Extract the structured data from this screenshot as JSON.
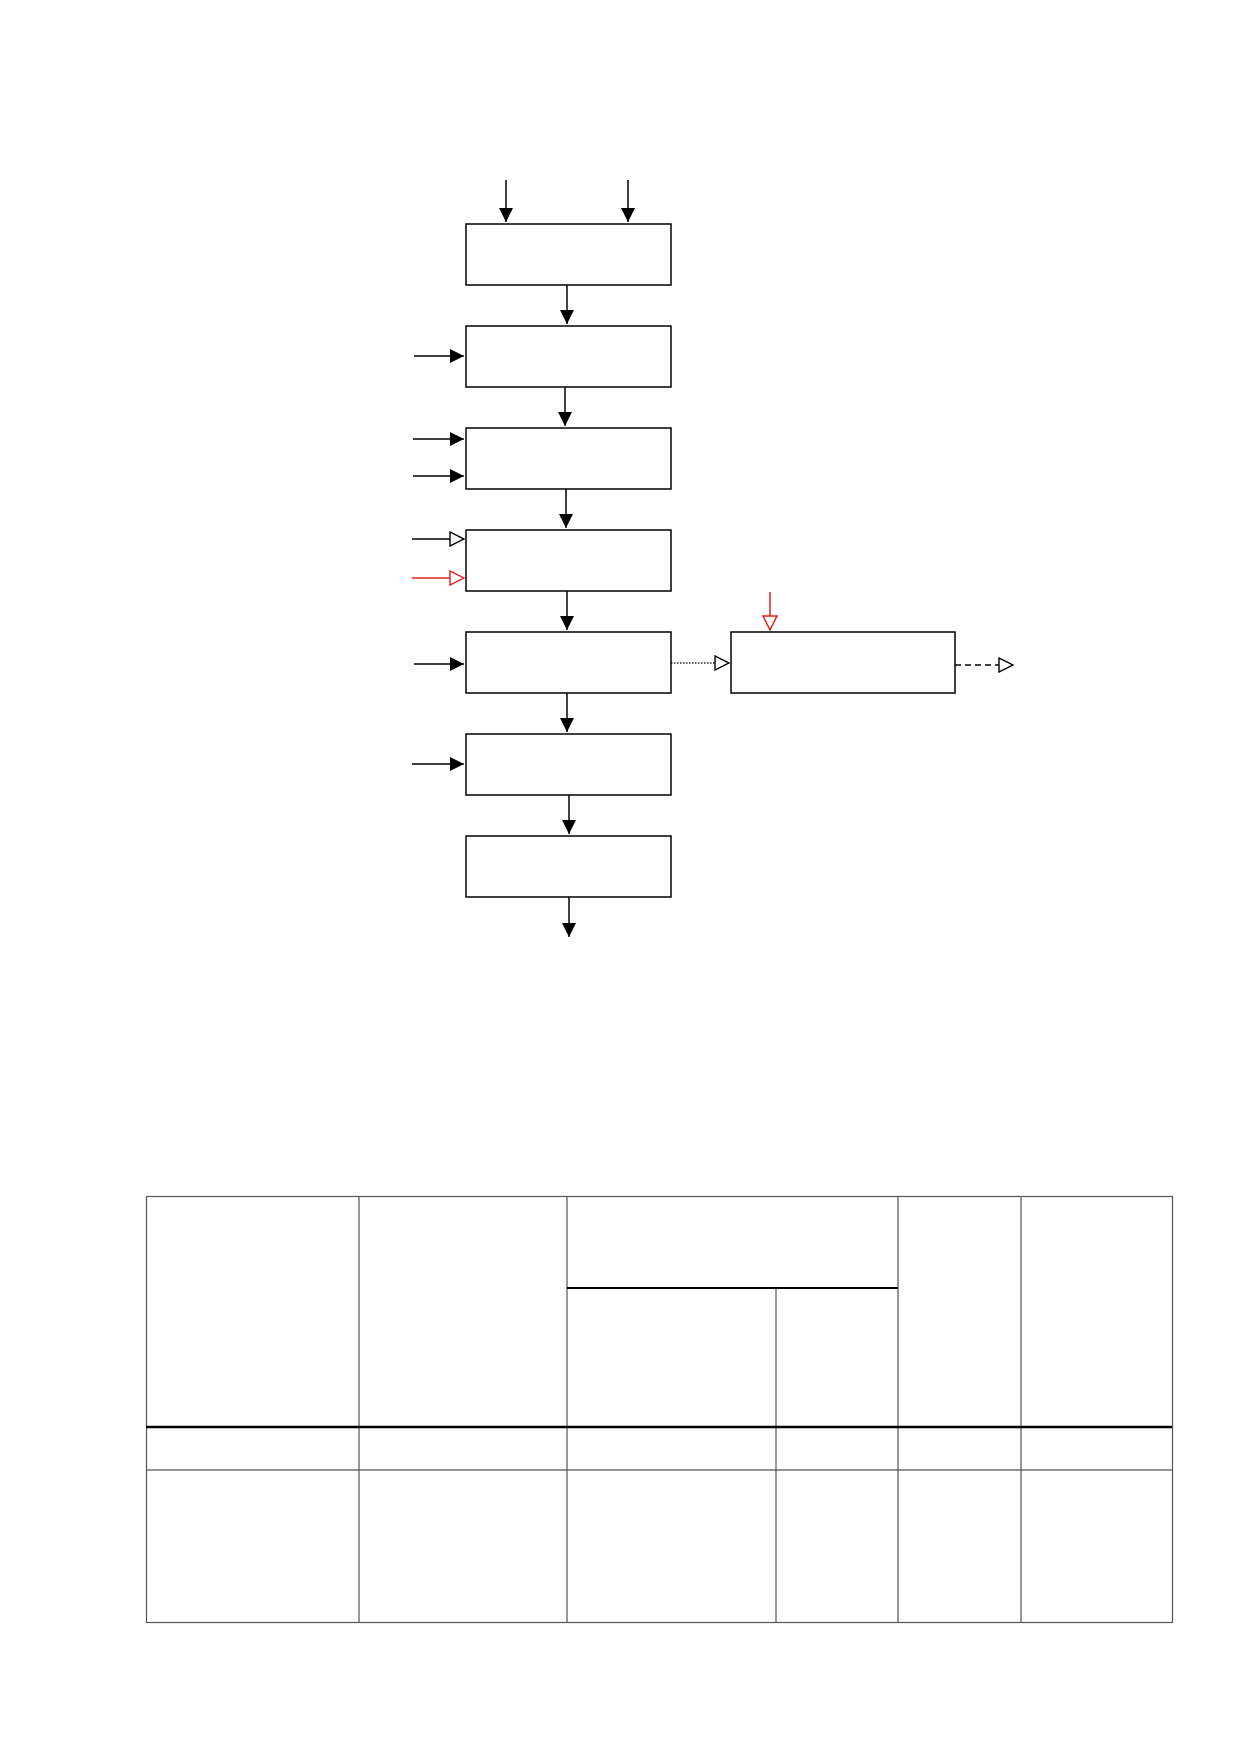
{
  "diagram": {
    "boxes": [
      {
        "id": "box-1",
        "label": ""
      },
      {
        "id": "box-2",
        "label": ""
      },
      {
        "id": "box-3",
        "label": ""
      },
      {
        "id": "box-4",
        "label": ""
      },
      {
        "id": "box-5",
        "label": ""
      },
      {
        "id": "box-6",
        "label": ""
      },
      {
        "id": "box-7",
        "label": ""
      },
      {
        "id": "box-side",
        "label": ""
      }
    ],
    "colors": {
      "line": "#000000",
      "highlight": "#e0201c",
      "table_line": "#555555"
    }
  },
  "table": {
    "column_count": 6,
    "header_cells": [
      "",
      "",
      "",
      "",
      "",
      "",
      ""
    ],
    "rows": [
      [
        "",
        "",
        "",
        "",
        "",
        ""
      ],
      [
        "",
        "",
        "",
        "",
        "",
        ""
      ]
    ]
  }
}
